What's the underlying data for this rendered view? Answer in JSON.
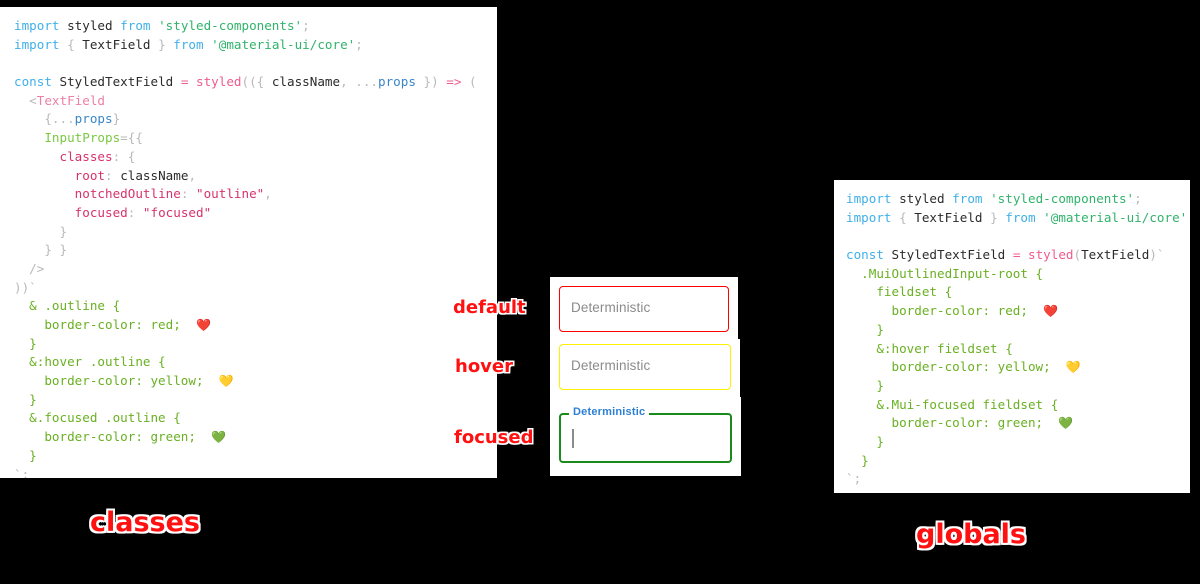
{
  "left_panel": {
    "caption": "classes",
    "lines": [
      [
        {
          "t": "import ",
          "c": "kw"
        },
        {
          "t": "styled ",
          "c": "plain"
        },
        {
          "t": "from ",
          "c": "kw"
        },
        {
          "t": "'styled-components'",
          "c": "str"
        },
        {
          "t": ";",
          "c": "punct"
        }
      ],
      [
        {
          "t": "import ",
          "c": "kw"
        },
        {
          "t": "{ ",
          "c": "punct"
        },
        {
          "t": "TextField",
          "c": "plain"
        },
        {
          "t": " } ",
          "c": "punct"
        },
        {
          "t": "from ",
          "c": "kw"
        },
        {
          "t": "'@material-ui/core'",
          "c": "str"
        },
        {
          "t": ";",
          "c": "punct"
        }
      ],
      [
        {
          "t": " ",
          "c": "plain"
        }
      ],
      [
        {
          "t": "const ",
          "c": "kw"
        },
        {
          "t": "StyledTextField ",
          "c": "plain"
        },
        {
          "t": "= ",
          "c": "op"
        },
        {
          "t": "styled",
          "c": "fn"
        },
        {
          "t": "((",
          "c": "punct"
        },
        {
          "t": "{ ",
          "c": "punct"
        },
        {
          "t": "className",
          "c": "plain"
        },
        {
          "t": ", ",
          "c": "punct"
        },
        {
          "t": "...",
          "c": "punct"
        },
        {
          "t": "props",
          "c": "param"
        },
        {
          "t": " }) ",
          "c": "punct"
        },
        {
          "t": "=> ",
          "c": "op"
        },
        {
          "t": "(",
          "c": "punct"
        }
      ],
      [
        {
          "t": "  <",
          "c": "punct"
        },
        {
          "t": "TextField",
          "c": "tag"
        }
      ],
      [
        {
          "t": "    {...",
          "c": "punct"
        },
        {
          "t": "props",
          "c": "param"
        },
        {
          "t": "}",
          "c": "punct"
        }
      ],
      [
        {
          "t": "    ",
          "c": "plain"
        },
        {
          "t": "InputProps",
          "c": "attr"
        },
        {
          "t": "={{",
          "c": "punct"
        }
      ],
      [
        {
          "t": "      ",
          "c": "plain"
        },
        {
          "t": "classes",
          "c": "prop"
        },
        {
          "t": ": {",
          "c": "punct"
        }
      ],
      [
        {
          "t": "        ",
          "c": "plain"
        },
        {
          "t": "root",
          "c": "prop"
        },
        {
          "t": ": ",
          "c": "punct"
        },
        {
          "t": "className",
          "c": "plain"
        },
        {
          "t": ",",
          "c": "punct"
        }
      ],
      [
        {
          "t": "        ",
          "c": "plain"
        },
        {
          "t": "notchedOutline",
          "c": "prop"
        },
        {
          "t": ": ",
          "c": "punct"
        },
        {
          "t": "\"outline\"",
          "c": "str2"
        },
        {
          "t": ",",
          "c": "punct"
        }
      ],
      [
        {
          "t": "        ",
          "c": "plain"
        },
        {
          "t": "focused",
          "c": "prop"
        },
        {
          "t": ": ",
          "c": "punct"
        },
        {
          "t": "\"focused\"",
          "c": "str2"
        }
      ],
      [
        {
          "t": "      }",
          "c": "punct"
        }
      ],
      [
        {
          "t": "    } }",
          "c": "punct"
        }
      ],
      [
        {
          "t": "  />",
          "c": "punct"
        }
      ],
      [
        {
          "t": "))`",
          "c": "punct"
        }
      ],
      [
        {
          "t": "  & .outline {",
          "c": "css"
        }
      ],
      [
        {
          "t": "    border-color: red;  ",
          "c": "css"
        },
        {
          "t": "❤️",
          "c": "emoji"
        }
      ],
      [
        {
          "t": "  }",
          "c": "css"
        }
      ],
      [
        {
          "t": "  &:hover .outline {",
          "c": "css"
        }
      ],
      [
        {
          "t": "    border-color: yellow;  ",
          "c": "css"
        },
        {
          "t": "💛",
          "c": "emoji"
        }
      ],
      [
        {
          "t": "  }",
          "c": "css"
        }
      ],
      [
        {
          "t": "  &.focused .outline {",
          "c": "css"
        }
      ],
      [
        {
          "t": "    border-color: green;  ",
          "c": "css"
        },
        {
          "t": "💚",
          "c": "emoji"
        }
      ],
      [
        {
          "t": "  }",
          "c": "css"
        }
      ],
      [
        {
          "t": "`;",
          "c": "punct"
        }
      ]
    ]
  },
  "right_panel": {
    "caption": "globals",
    "lines": [
      [
        {
          "t": "import ",
          "c": "kw"
        },
        {
          "t": "styled ",
          "c": "plain"
        },
        {
          "t": "from ",
          "c": "kw"
        },
        {
          "t": "'styled-components'",
          "c": "str"
        },
        {
          "t": ";",
          "c": "punct"
        }
      ],
      [
        {
          "t": "import ",
          "c": "kw"
        },
        {
          "t": "{ ",
          "c": "punct"
        },
        {
          "t": "TextField",
          "c": "plain"
        },
        {
          "t": " } ",
          "c": "punct"
        },
        {
          "t": "from ",
          "c": "kw"
        },
        {
          "t": "'@material-ui/core'",
          "c": "str"
        },
        {
          "t": ";",
          "c": "punct"
        }
      ],
      [
        {
          "t": " ",
          "c": "plain"
        }
      ],
      [
        {
          "t": "const ",
          "c": "kw"
        },
        {
          "t": "StyledTextField ",
          "c": "plain"
        },
        {
          "t": "= ",
          "c": "op"
        },
        {
          "t": "styled",
          "c": "fn"
        },
        {
          "t": "(",
          "c": "punct"
        },
        {
          "t": "TextField",
          "c": "plain"
        },
        {
          "t": ")`",
          "c": "punct"
        }
      ],
      [
        {
          "t": "  .MuiOutlinedInput-root {",
          "c": "css"
        }
      ],
      [
        {
          "t": "    fieldset {",
          "c": "css"
        }
      ],
      [
        {
          "t": "      border-color: red;  ",
          "c": "css"
        },
        {
          "t": "❤️",
          "c": "emoji"
        }
      ],
      [
        {
          "t": "    }",
          "c": "css"
        }
      ],
      [
        {
          "t": "    &:hover fieldset {",
          "c": "css"
        }
      ],
      [
        {
          "t": "      border-color: yellow;  ",
          "c": "css"
        },
        {
          "t": "💛",
          "c": "emoji"
        }
      ],
      [
        {
          "t": "    }",
          "c": "css"
        }
      ],
      [
        {
          "t": "    &.Mui-focused fieldset {",
          "c": "css"
        }
      ],
      [
        {
          "t": "      border-color: green;  ",
          "c": "css"
        },
        {
          "t": "💚",
          "c": "emoji"
        }
      ],
      [
        {
          "t": "    }",
          "c": "css"
        }
      ],
      [
        {
          "t": "  }",
          "c": "css"
        }
      ],
      [
        {
          "t": "`;",
          "c": "punct"
        }
      ]
    ]
  },
  "demo": {
    "states": [
      {
        "name": "default",
        "annotation": "default",
        "field_text": "Deterministic",
        "border_color": "#ff0000"
      },
      {
        "name": "hover",
        "annotation": "hover",
        "field_text": "Deterministic",
        "border_color": "#ffef00"
      },
      {
        "name": "focused",
        "annotation": "focused",
        "legend_text": "Deterministic",
        "field_text": "",
        "border_color": "#1a8a1a",
        "legend_color": "#2d7fd3"
      }
    ]
  },
  "colors": {
    "background": "#000000",
    "panel_background": "#ffffff",
    "annotation_red": "#ff1111",
    "red": "#ff0000",
    "yellow": "#ffef00",
    "green": "#1a8a1a",
    "label_blue": "#2d7fd3"
  }
}
